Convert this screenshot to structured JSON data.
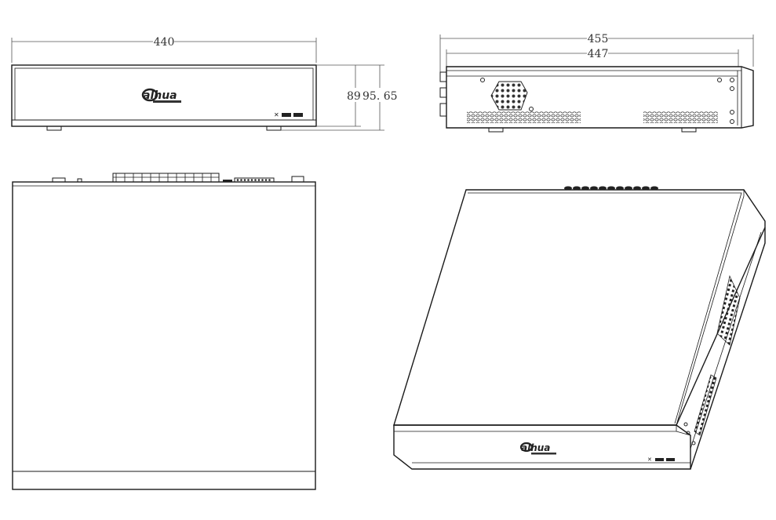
{
  "brand": {
    "logo": "alhua"
  },
  "dimensions": {
    "front_width": "440",
    "side_total_depth": "455",
    "side_body_depth": "447",
    "height_a": "89",
    "height_b": "95. 65"
  },
  "views": [
    "front-view",
    "side-view",
    "top-view",
    "isometric-view"
  ],
  "colors": {
    "line": "#1a1a1a",
    "dim_line": "#555555",
    "background": "#ffffff"
  }
}
